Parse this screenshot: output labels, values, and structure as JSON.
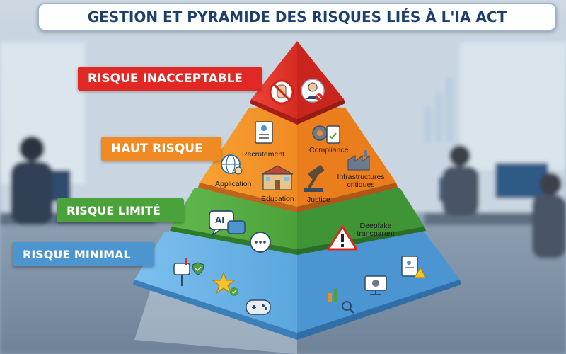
{
  "title": "GESTION ET PYRAMIDE DES RISQUES LIÉS À L'IA ACT",
  "tiers": [
    {
      "id": "red",
      "label": "RISQUE INACCEPTABLE",
      "color": "#e22824"
    },
    {
      "id": "orange",
      "label": "HAUT RISQUE",
      "color": "#f08a22"
    },
    {
      "id": "green",
      "label": "RISQUE LIMITÉ",
      "color": "#4aa23a"
    },
    {
      "id": "blue",
      "label": "RISQUE MINIMAL",
      "color": "#4c95cf"
    }
  ],
  "high_risk_items": {
    "recruitment": "Recrutement",
    "compliance": "Compliance",
    "application": "Application",
    "infrastructure": "Infrastructures critiques",
    "education": "Éducation",
    "justice": "Justice"
  },
  "limited_risk_items": {
    "ai_chat": "AI",
    "deepfake": "Deepfake transparent"
  }
}
